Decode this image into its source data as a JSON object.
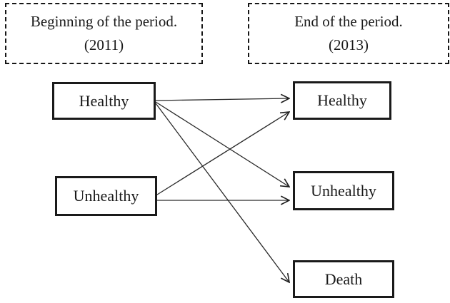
{
  "header": {
    "begin_box": {
      "title": "Beginning of the period.",
      "year": "(2011)"
    },
    "end_box": {
      "title": "End of the period.",
      "year": "(2013)"
    }
  },
  "nodes": {
    "left": [
      {
        "id": "healthy-2011",
        "label": "Healthy"
      },
      {
        "id": "unhealthy-2011",
        "label": "Unhealthy"
      }
    ],
    "right": [
      {
        "id": "healthy-2013",
        "label": "Healthy"
      },
      {
        "id": "unhealthy-2013",
        "label": "Unhealthy"
      },
      {
        "id": "death-2013",
        "label": "Death"
      }
    ]
  },
  "edges": [
    {
      "from": "healthy-2011",
      "to": "healthy-2013"
    },
    {
      "from": "healthy-2011",
      "to": "unhealthy-2013"
    },
    {
      "from": "healthy-2011",
      "to": "death-2013"
    },
    {
      "from": "unhealthy-2011",
      "to": "healthy-2013"
    },
    {
      "from": "unhealthy-2011",
      "to": "unhealthy-2013"
    }
  ],
  "colors": {
    "line": "#2a2a2a",
    "border": "#1a1a1a",
    "text": "#1a1a1a",
    "background": "#ffffff"
  }
}
